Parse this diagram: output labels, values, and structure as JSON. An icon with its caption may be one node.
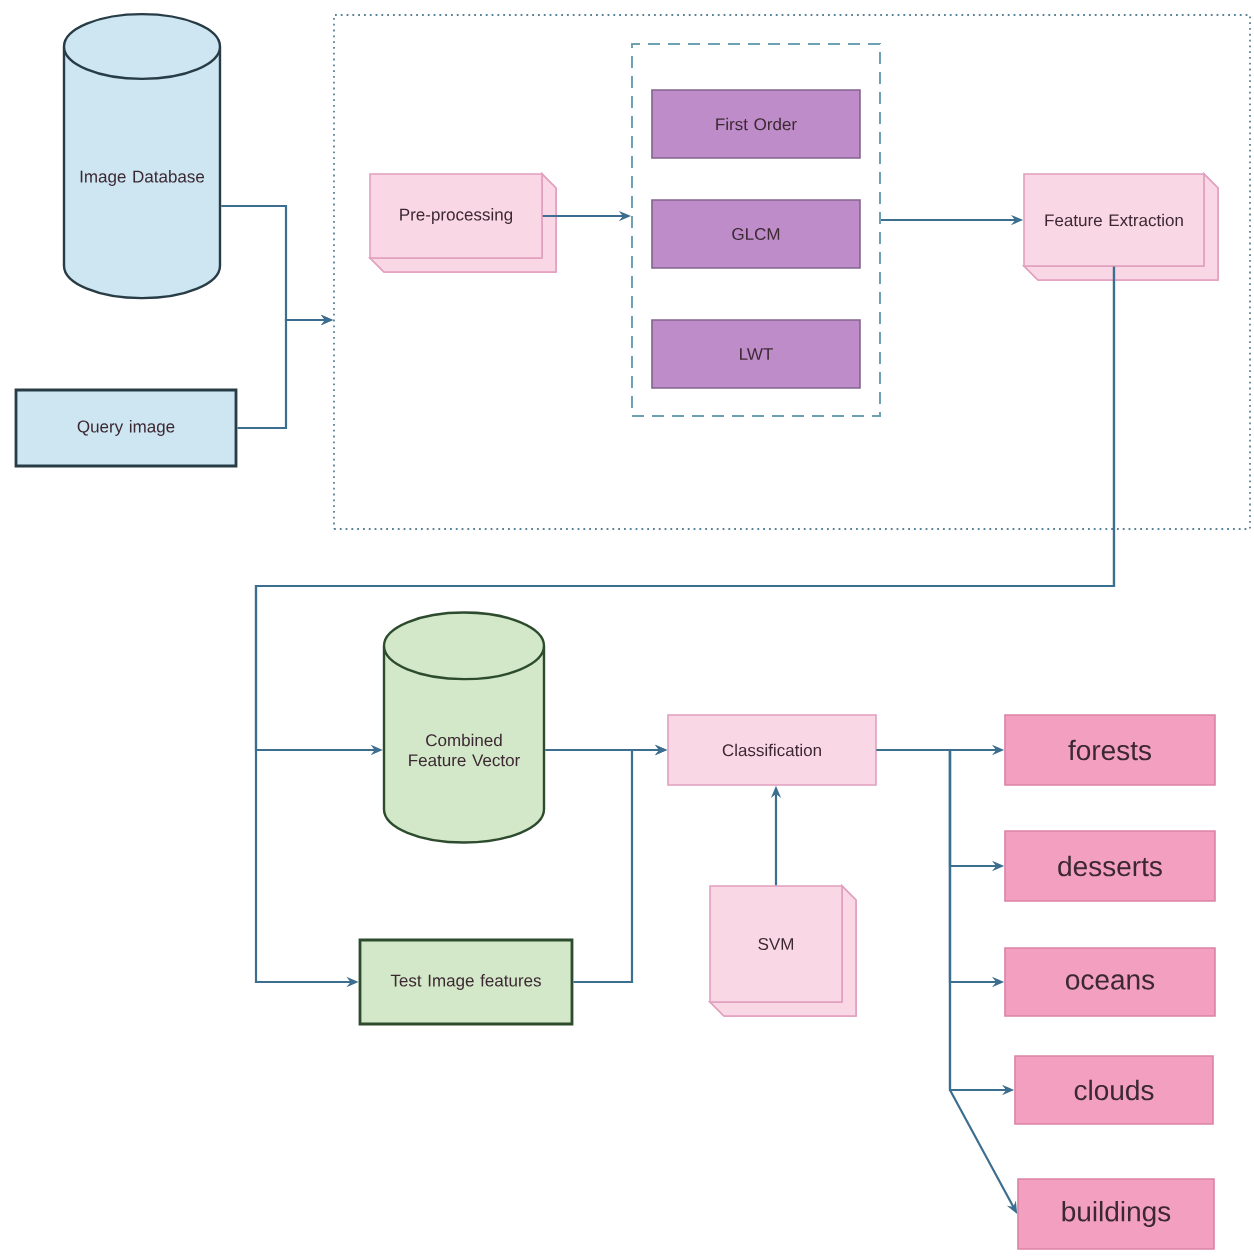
{
  "diagram": {
    "nodes": [
      {
        "text": [
          "Image Database"
        ]
      },
      {
        "text": [
          "Query image"
        ]
      },
      {
        "text": [],
        "shape": "box"
      },
      {
        "text": [
          "Pre-processing"
        ],
        "in": 2
      },
      {
        "text": [],
        "shape": "box",
        "in": 2
      },
      {
        "text": [
          "First Order"
        ],
        "in": 4
      },
      {
        "text": [
          "GLCM"
        ],
        "in": 4
      },
      {
        "text": [
          "LWT"
        ],
        "in": 4
      },
      {
        "text": [
          "Feature Extraction"
        ],
        "in": 2
      },
      {
        "text": [
          "Combined Feature Vector"
        ]
      },
      {
        "text": [
          "Test Image features"
        ]
      },
      {
        "text": [
          "Classification"
        ]
      },
      {
        "text": [
          "SVM"
        ]
      },
      {
        "text": [
          "forests"
        ]
      },
      {
        "text": [
          "desserts"
        ]
      },
      {
        "text": [
          "oceans"
        ]
      },
      {
        "text": [
          "clouds"
        ]
      },
      {
        "text": [
          "buildings"
        ]
      }
    ],
    "edges": [
      {
        "from": 0,
        "to": 2,
        "arrow": "to"
      },
      {
        "from": 1,
        "to": 2,
        "arrow": "to"
      },
      {
        "from": 3,
        "to": 4,
        "arrow": "to"
      },
      {
        "from": 4,
        "to": 8,
        "arrow": "to"
      },
      {
        "from": 8,
        "to": 9,
        "arrow": "to"
      },
      {
        "from": 8,
        "to": 10,
        "arrow": "to"
      },
      {
        "from": 9,
        "to": 11,
        "arrow": "to"
      },
      {
        "from": 10,
        "to": 11,
        "arrow": "to"
      },
      {
        "from": 12,
        "to": 11,
        "arrow": "to"
      },
      {
        "from": 11,
        "to": 13,
        "arrow": "to"
      },
      {
        "from": 11,
        "to": 14,
        "arrow": "to"
      },
      {
        "from": 11,
        "to": 15,
        "arrow": "to"
      },
      {
        "from": 11,
        "to": 16,
        "arrow": "to"
      },
      {
        "from": 11,
        "to": 17,
        "arrow": "to"
      }
    ]
  }
}
